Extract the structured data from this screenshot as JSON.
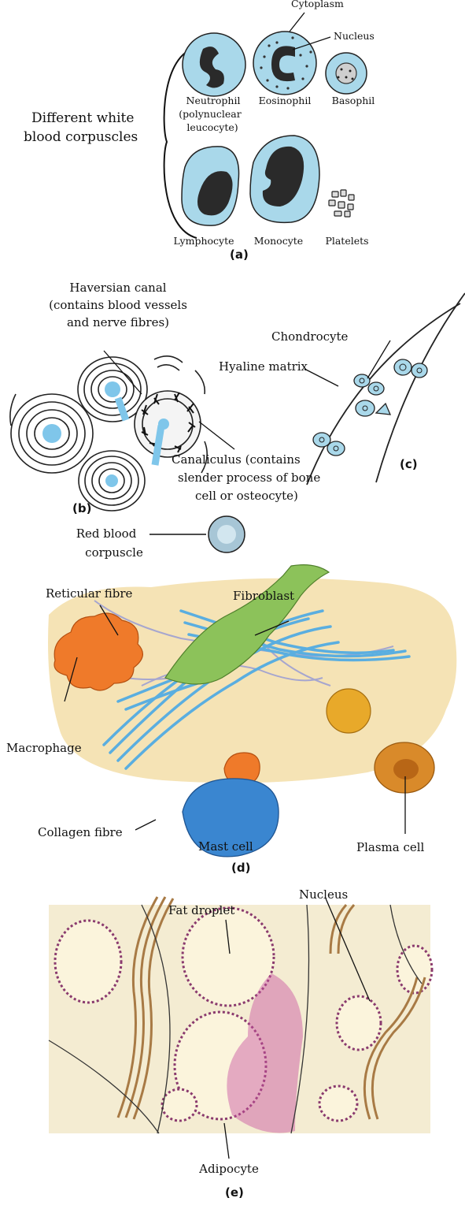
{
  "panel_a": {
    "group_label_line1": "Different white",
    "group_label_line2": "blood corpuscles",
    "cytoplasm": "Cytoplasm",
    "nucleus": "Nucleus",
    "neutrophil_line1": "Neutrophil",
    "neutrophil_line2": "(polynuclear",
    "neutrophil_line3": "leucocyte)",
    "eosinophil": "Eosinophil",
    "basophil": "Basophil",
    "lymphocyte": "Lymphocyte",
    "monocyte": "Monocyte",
    "platelets": "Platelets",
    "panel_label": "(a)"
  },
  "panel_b": {
    "haversian_line1": "Haversian canal",
    "haversian_line2": "(contains blood vessels",
    "haversian_line3": "and nerve fibres)",
    "canaliculus_line1": "Canaliculus  (contains",
    "canaliculus_line2": "slender process of bone",
    "canaliculus_line3": "cell or osteocyte)",
    "panel_label": "(b)"
  },
  "panel_c": {
    "chondrocyte": "Chondrocyte",
    "hyaline_matrix": "Hyaline matrix",
    "panel_label": "(c)"
  },
  "rbc": {
    "line1": "Red blood",
    "line2": "corpuscle"
  },
  "panel_d": {
    "reticular_fibre": "Reticular fibre",
    "fibroblast": "Fibroblast",
    "macrophage": "Macrophage",
    "collagen_fibre": "Collagen fibre",
    "mast_cell": "Mast cell",
    "plasma_cell": "Plasma cell",
    "panel_label": "(d)"
  },
  "panel_e": {
    "fat_droplet": "Fat droplet",
    "nucleus": "Nucleus",
    "adipocyte": "Adipocyte",
    "panel_label": "(e)"
  },
  "colors": {
    "cell_blue": "#a9d8ea",
    "nucleus_dark": "#2a2a2a",
    "bone_blue": "#7fc6ea",
    "tissue_bg": "#f5e3b5",
    "collagen": "#5aaee0",
    "fibroblast": "#8cc25a",
    "macrophage": "#ef7a2a",
    "mast_cell": "#3a86d0",
    "plasma_cell": "#d98a2a",
    "adipose_bg": "#f4ecd2",
    "adipose_pink": "#c74fa0",
    "collagen_brown": "#a87a45"
  }
}
